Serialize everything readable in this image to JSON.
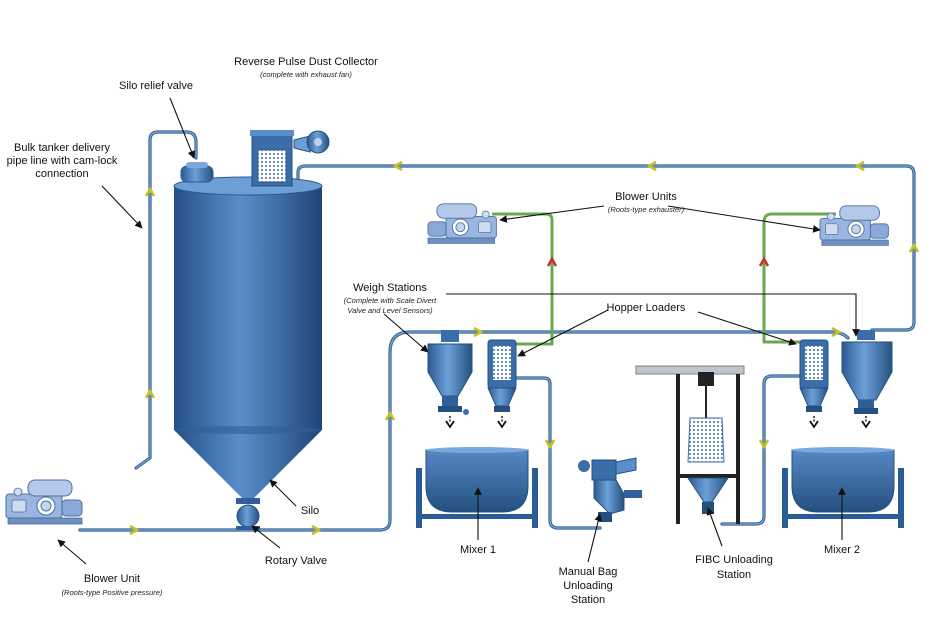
{
  "labels": {
    "dust_collector": "Reverse Pulse Dust Collector",
    "dust_collector_sub": "(complete with exhaust fan)",
    "silo_relief": "Silo relief valve",
    "bulk_tanker_1": "Bulk tanker delivery",
    "bulk_tanker_2": "pipe line with cam-lock",
    "bulk_tanker_3": "connection",
    "blower_units": "Blower Units",
    "blower_units_sub": "(Roots-type exhauster)",
    "weigh_stations": "Weigh Stations",
    "weigh_stations_sub_1": "(Complete with Scale Divert",
    "weigh_stations_sub_2": "Valve and Level Sensors)",
    "hopper_loaders": "Hopper Loaders",
    "silo": "Silo",
    "rotary_valve": "Rotary Valve",
    "blower_unit": "Blower Unit",
    "blower_unit_sub": "(Roots-type Positive pressure)",
    "mixer1": "Mixer 1",
    "mixer2": "Mixer 2",
    "manual_bag_1": "Manual Bag",
    "manual_bag_2": "Unloading",
    "manual_bag_3": "Station",
    "fibc_1": "FIBC Unloading",
    "fibc_2": "Station"
  },
  "colors": {
    "vessel_blue": "#3a6ea8",
    "pipe_blue": "#2f5f93",
    "vacuum_green": "#6aa84f",
    "arrow_yellow": "#c8c020",
    "arrow_red": "#c0392b",
    "machine_blue": "#9ab6e0"
  }
}
